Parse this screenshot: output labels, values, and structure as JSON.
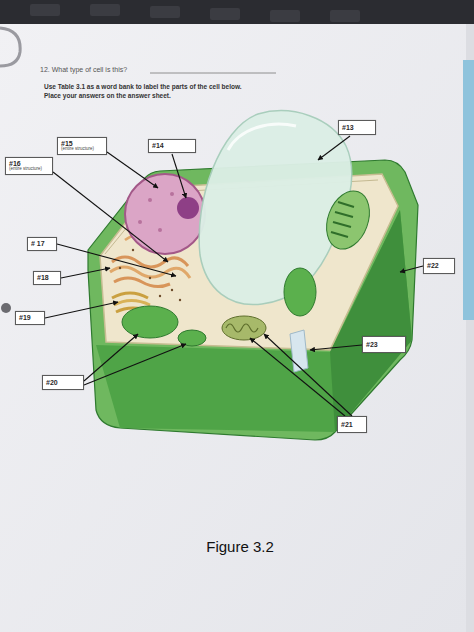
{
  "diagram": {
    "caption": "Figure 3.2",
    "nodes": [
      {
        "text": [
          "#13"
        ]
      },
      {
        "text": [
          "#15",
          "(entire structure)"
        ]
      },
      {
        "text": [
          "#14"
        ]
      },
      {
        "text": [
          "#16",
          "(entire structure)"
        ]
      },
      {
        "text": [
          "# 17"
        ]
      },
      {
        "text": [
          "#22"
        ]
      },
      {
        "text": [
          "#18"
        ]
      },
      {
        "text": [
          "#19"
        ]
      },
      {
        "text": [
          "#23"
        ]
      },
      {
        "text": [
          "#20"
        ]
      },
      {
        "text": [
          "#21"
        ]
      }
    ],
    "labels": [
      "12. What type of cell is this?",
      "Use Table 3.1 as a word bank to label the parts of the cell below.",
      "Place your answers on the answer sheet."
    ]
  }
}
